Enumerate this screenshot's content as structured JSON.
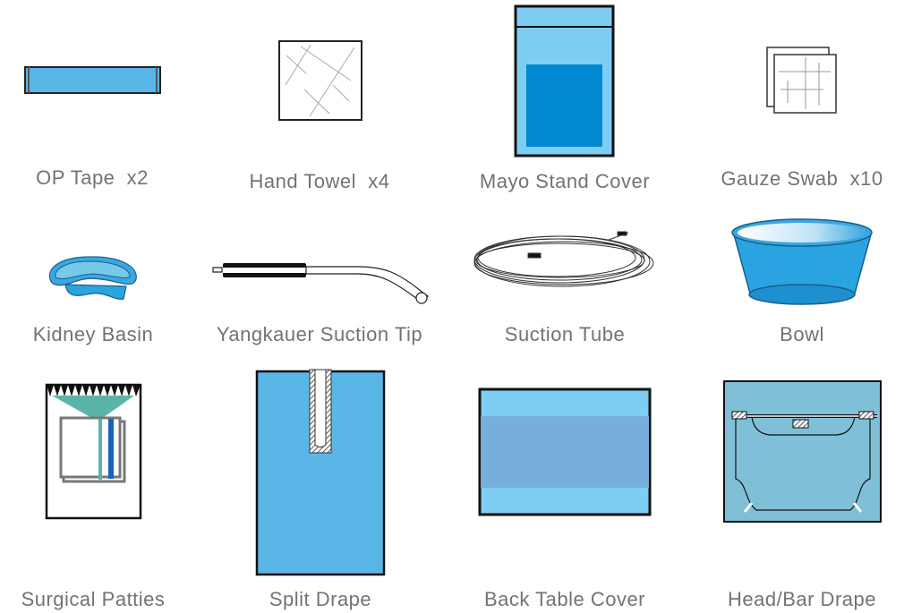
{
  "items": [
    {
      "label": "OP Tape  x2",
      "icon": "op-tape-icon"
    },
    {
      "label": "Hand Towel  x4",
      "icon": "hand-towel-icon"
    },
    {
      "label": "Mayo Stand Cover",
      "icon": "mayo-stand-cover-icon"
    },
    {
      "label": "Gauze Swab  x10",
      "icon": "gauze-swab-icon"
    },
    {
      "label": "Kidney Basin",
      "icon": "kidney-basin-icon"
    },
    {
      "label": "Yangkauer Suction Tip",
      "icon": "suction-tip-icon"
    },
    {
      "label": "Suction Tube",
      "icon": "suction-tube-icon"
    },
    {
      "label": "Bowl",
      "icon": "bowl-icon"
    },
    {
      "label": "Surgical Patties",
      "icon": "surgical-patties-icon"
    },
    {
      "label": "Split Drape",
      "icon": "split-drape-icon"
    },
    {
      "label": "Back Table Cover",
      "icon": "back-table-cover-icon"
    },
    {
      "label": "Head/Bar Drape",
      "icon": "head-bar-drape-icon"
    }
  ],
  "colors": {
    "blue": "#5bb6e8",
    "light_blue": "#7ecef3",
    "dark_blue": "#0288d1",
    "text": "#737373"
  }
}
